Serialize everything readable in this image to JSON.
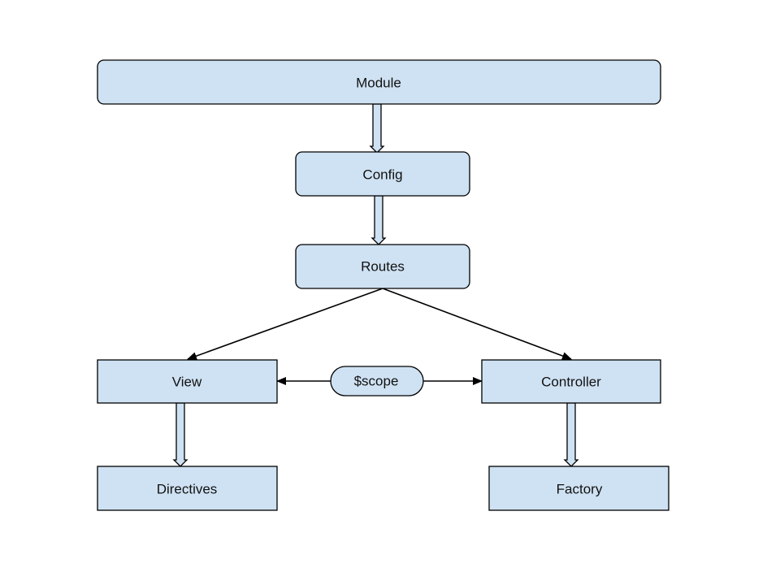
{
  "colors": {
    "node_fill": "#cfe2f3",
    "stroke": "#000000",
    "background": "#ffffff"
  },
  "nodes": {
    "module": "Module",
    "config": "Config",
    "routes": "Routes",
    "view": "View",
    "scope": "$scope",
    "controller": "Controller",
    "directives": "Directives",
    "factory": "Factory"
  }
}
